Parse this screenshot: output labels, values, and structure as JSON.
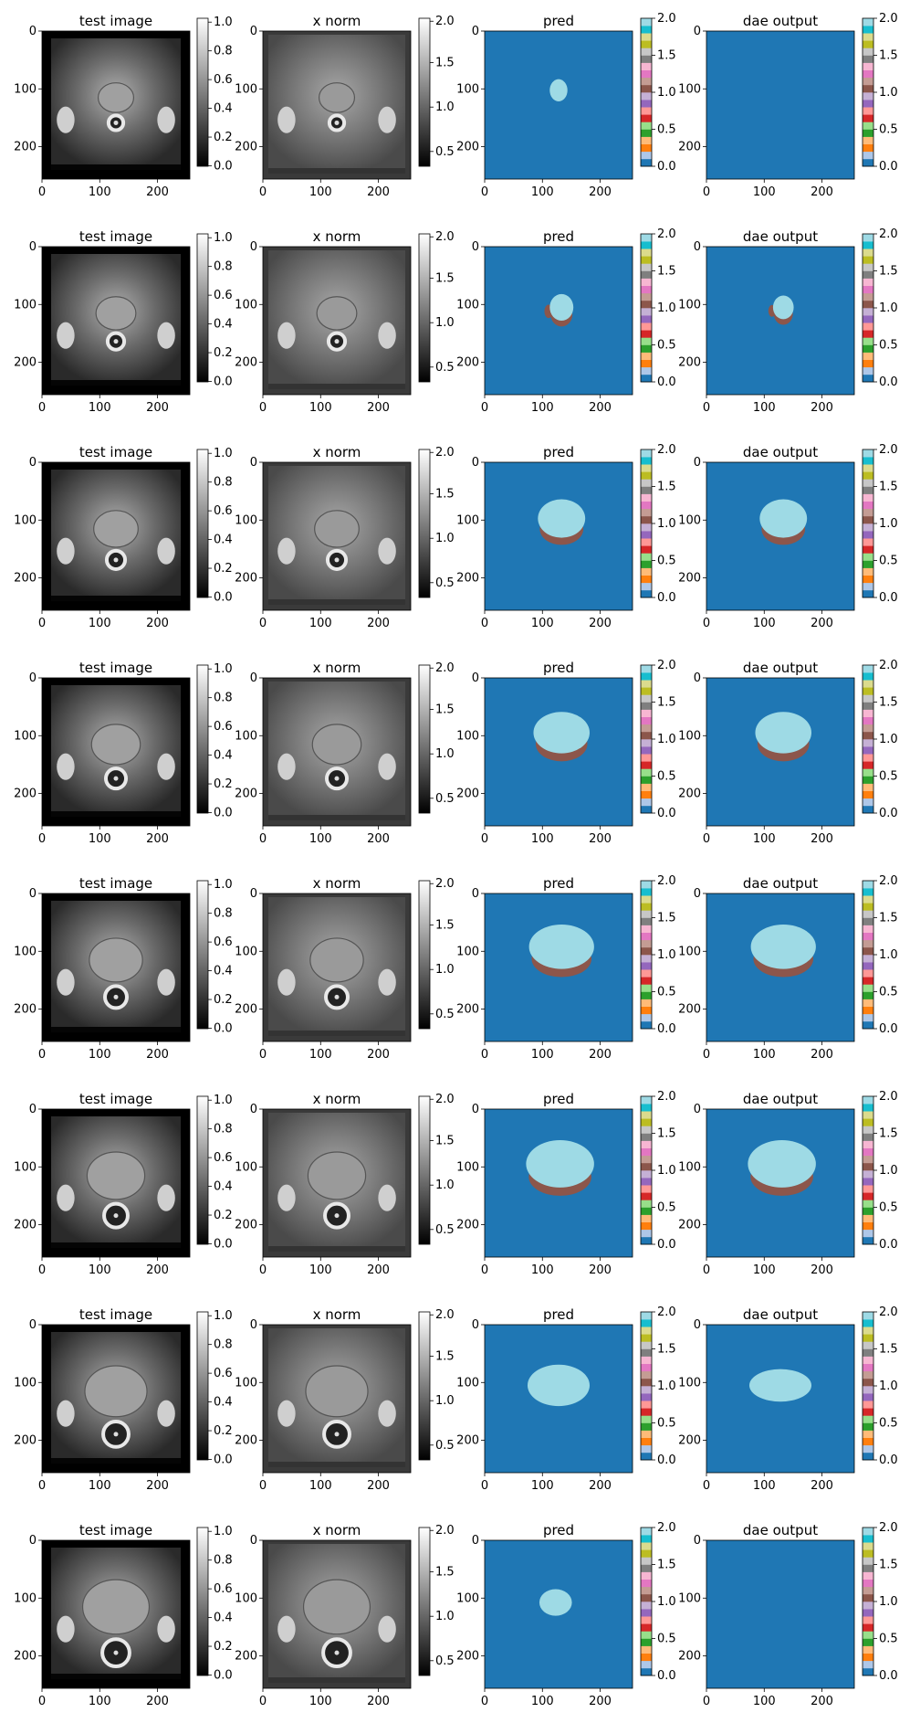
{
  "titles": {
    "test": "test image",
    "xnorm": "x norm",
    "pred": "pred",
    "dae": "dae output"
  },
  "axis_ticks": {
    "x": [
      "0",
      "100",
      "200"
    ],
    "y": [
      "0",
      "100",
      "200"
    ]
  },
  "colorbars": {
    "test": [
      "0.0",
      "0.2",
      "0.4",
      "0.6",
      "0.8",
      "1.0"
    ],
    "xnorm_rows": [
      [
        "0.5",
        "1.0",
        "1.5",
        "2.0"
      ],
      [
        "0.5",
        "1.0",
        "1.5",
        "2.0"
      ],
      [
        "0.5",
        "1.0",
        "1.5",
        "2.0"
      ],
      [
        "0.5",
        "1.0",
        "1.5",
        "2.0"
      ],
      [
        "0.5",
        "1.0",
        "1.5",
        "2.0"
      ],
      [
        "0.5",
        "1.0",
        "1.5",
        "2.0"
      ],
      [
        "0.5",
        "1.0",
        "1.5",
        "2.0"
      ],
      [
        "0.5",
        "1.0",
        "1.5",
        "2.0"
      ]
    ],
    "seg": [
      "0.0",
      "0.5",
      "1.0",
      "1.5",
      "2.0"
    ]
  },
  "colors": {
    "background_class": "#1f77b4",
    "class_2": "#9edae5",
    "class_1": "#8c564b",
    "tab20": [
      "#1f77b4",
      "#aec7e8",
      "#ff7f0e",
      "#ffbb78",
      "#2ca02c",
      "#98df8a",
      "#d62728",
      "#ff9896",
      "#9467bd",
      "#c5b0d5",
      "#8c564b",
      "#c49c94",
      "#e377c2",
      "#f7b6d2",
      "#7f7f7f",
      "#c7c7c7",
      "#bcbd22",
      "#dbdb8d",
      "#17becf",
      "#9edae5"
    ]
  }
}
